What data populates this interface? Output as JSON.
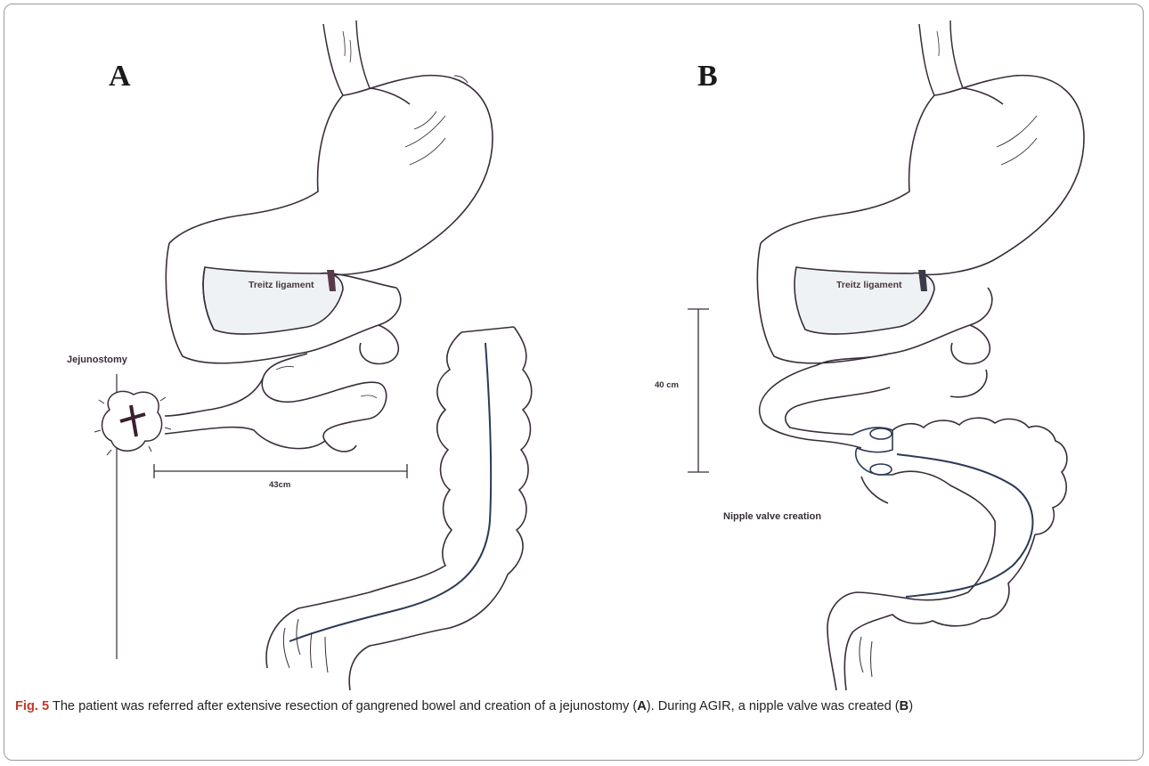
{
  "panels": {
    "a": {
      "letter": "A",
      "labels": {
        "ligament": "Treitz ligament",
        "stoma": "Jejunostomy",
        "length": "43cm"
      }
    },
    "b": {
      "letter": "B",
      "labels": {
        "ligament": "Treitz ligament",
        "length": "40 cm",
        "valve": "Nipple valve creation"
      }
    }
  },
  "caption": {
    "fig_label": "Fig. 5",
    "text_1": "The patient was referred after extensive resection of gangrened bowel and creation of a jejunostomy (",
    "ref_a": "A",
    "text_2": "). During AGIR, a nipple valve was created (",
    "ref_b": "B",
    "text_3": ")"
  },
  "colors": {
    "ink": "#3a2d3a",
    "fill": "#eef2f5",
    "caption_label": "#c0392b"
  }
}
